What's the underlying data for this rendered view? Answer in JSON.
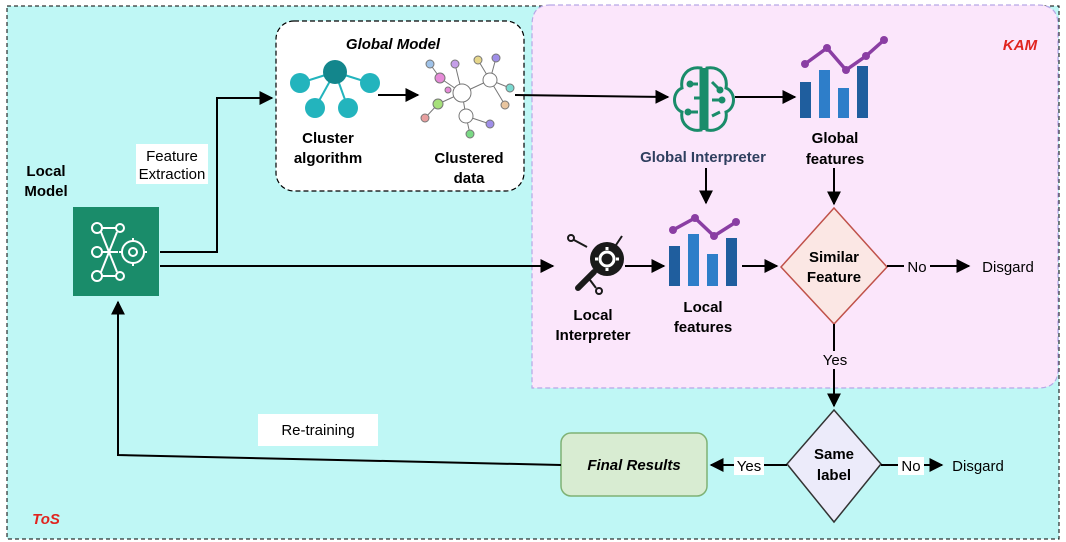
{
  "regions": {
    "tos": "ToS",
    "kam": "KAM",
    "global_model": "Global Model"
  },
  "nodes": {
    "local_model": [
      "Local",
      "Model"
    ],
    "cluster_algorithm": [
      "Cluster",
      "algorithm"
    ],
    "clustered_data": [
      "Clustered",
      "data"
    ],
    "global_interpreter": "Global Interpreter",
    "global_features": [
      "Global",
      "features"
    ],
    "local_interpreter": [
      "Local",
      "Interpreter"
    ],
    "local_features": [
      "Local",
      "features"
    ],
    "similar_feature": [
      "Similar",
      "Feature"
    ],
    "same_label": [
      "Same",
      "label"
    ],
    "final_results": "Final Results",
    "disgard_1": "Disgard",
    "disgard_2": "Disgard"
  },
  "edge_labels": {
    "feature_extraction": [
      "Feature",
      "Extraction"
    ],
    "no_1": "No",
    "yes_1": "Yes",
    "no_2": "No",
    "yes_2": "Yes",
    "re_training": "Re-training"
  },
  "colors": {
    "tos_bg": "#bff7f5",
    "kam_bg": "#fbe6fb",
    "kam_border": "#b7a7e6",
    "model_green": "#1a8c6a",
    "interpreter_text": "#2f3f5f",
    "bar_blue": "#2e7ec9",
    "bar_dark": "#1f5e9e",
    "line_purple": "#8a3ea3",
    "node_teal": "#23b4bd",
    "diamond_fill": "#fbe7e4",
    "diamond_stroke": "#c0524a",
    "diamond2_fill": "#ecebfa",
    "final_fill": "#d8ecd2",
    "final_stroke": "#7fb275",
    "red_label": "#e0241f"
  },
  "icons": [
    "network-gear-icon",
    "brain-circuit-icon",
    "magnifier-gear-icon",
    "bar-line-chart-icon",
    "cluster-icon",
    "graph-network-icon"
  ]
}
